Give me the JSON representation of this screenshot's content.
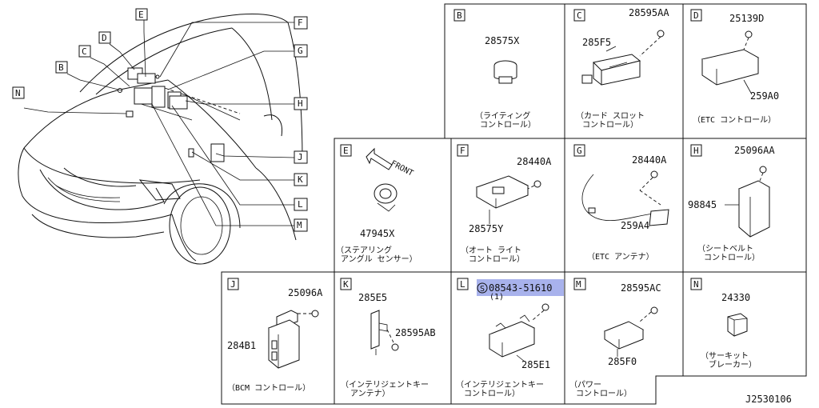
{
  "diagram_id": "J2530106",
  "overview": {
    "callouts": [
      "B",
      "C",
      "D",
      "E",
      "F",
      "G",
      "H",
      "J",
      "K",
      "L",
      "M",
      "N"
    ]
  },
  "panels": {
    "B": {
      "letter": "B",
      "parts": [
        "28575X"
      ],
      "caption": [
        "（ライティング",
        "コントロール）"
      ]
    },
    "C": {
      "letter": "C",
      "parts": [
        "28595AA",
        "285F5"
      ],
      "caption": [
        "（カード スロット",
        "コントロール）"
      ]
    },
    "D": {
      "letter": "D",
      "parts": [
        "25139D",
        "259A0"
      ],
      "caption": [
        "（ETC コントロール）"
      ]
    },
    "E": {
      "letter": "E",
      "parts": [
        "47945X"
      ],
      "front_label": "FRONT",
      "caption": [
        "（ステアリング",
        "アングル センサー）"
      ]
    },
    "F": {
      "letter": "F",
      "parts": [
        "28440A",
        "28575Y"
      ],
      "caption": [
        "（オート ライト",
        "コントロール）"
      ]
    },
    "G": {
      "letter": "G",
      "parts": [
        "28440A",
        "259A4"
      ],
      "caption": [
        "（ETC アンテナ）"
      ]
    },
    "H": {
      "letter": "H",
      "parts": [
        "25096AA",
        "98845"
      ],
      "caption": [
        "（シートベルト",
        "コントロール）"
      ]
    },
    "J": {
      "letter": "J",
      "parts": [
        "25096A",
        "284B1"
      ],
      "caption": [
        "（BCM コントロール）"
      ]
    },
    "K": {
      "letter": "K",
      "parts": [
        "285E5",
        "28595AB"
      ],
      "caption": [
        "（インテリジェントキー",
        "アンテナ）"
      ]
    },
    "L": {
      "letter": "L",
      "screw_symbol": "S",
      "parts": [
        "08543-51610",
        "(1)",
        "285E1"
      ],
      "caption": [
        "（インテリジェントキー",
        "コントロール）"
      ]
    },
    "M": {
      "letter": "M",
      "parts": [
        "28595AC",
        "285F0"
      ],
      "caption": [
        "（パワー",
        "コントロール）"
      ]
    },
    "N": {
      "letter": "N",
      "parts": [
        "24330"
      ],
      "caption": [
        "（サーキット",
        "ブレーカー）"
      ]
    }
  }
}
